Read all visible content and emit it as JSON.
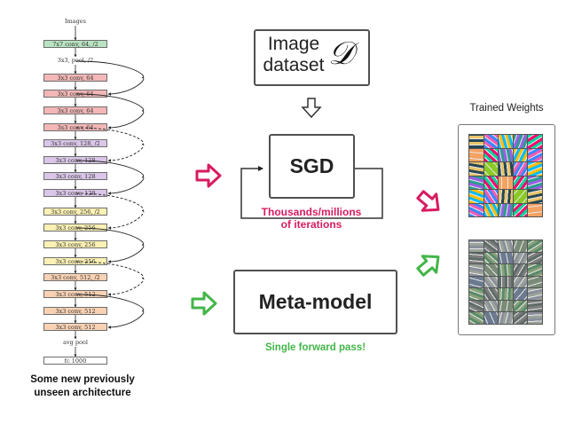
{
  "architecture": {
    "layers": [
      {
        "label": "Images",
        "style": "plain"
      },
      {
        "label": "7x7 conv, 64, /2",
        "style": "green"
      },
      {
        "label": "3x3, pool, /2",
        "style": "plain"
      },
      {
        "label": "3x3 conv, 64",
        "style": "red"
      },
      {
        "label": "3x3 conv, 64",
        "style": "red"
      },
      {
        "label": "3x3 conv, 64",
        "style": "red"
      },
      {
        "label": "3x3 conv, 64",
        "style": "red"
      },
      {
        "label": "3x3 conv, 128, /2",
        "style": "purple"
      },
      {
        "label": "3x3 conv, 128",
        "style": "purple"
      },
      {
        "label": "3x3 conv, 128",
        "style": "purple"
      },
      {
        "label": "3x3 conv, 128",
        "style": "purple"
      },
      {
        "label": "3x3 conv, 256, /2",
        "style": "yellow"
      },
      {
        "label": "3x3 conv, 256",
        "style": "yellow"
      },
      {
        "label": "3x3 conv, 256",
        "style": "yellow"
      },
      {
        "label": "3x3 conv, 256",
        "style": "yellow"
      },
      {
        "label": "3x3 conv, 512, /2",
        "style": "orange"
      },
      {
        "label": "3x3 conv, 512",
        "style": "orange"
      },
      {
        "label": "3x3 conv, 512",
        "style": "orange"
      },
      {
        "label": "3x3 conv, 512",
        "style": "orange"
      },
      {
        "label": "avg pool",
        "style": "plain"
      },
      {
        "label": "fc 1000",
        "style": "white"
      }
    ],
    "caption_line1": "Some new previously",
    "caption_line2": "unseen architecture"
  },
  "dataset_box": {
    "text_line1": "Image",
    "text_line2": "dataset",
    "symbol": "𝒟"
  },
  "sgd_box": {
    "label": "SGD",
    "loop_line1": "Thousands/millions",
    "loop_line2": "of iterations"
  },
  "meta_box": {
    "label": "Meta-model",
    "note": "Single forward pass!"
  },
  "weights_panel": {
    "title": "Trained Weights"
  },
  "colors": {
    "sgd_arrow": "#d81b60",
    "meta_arrow": "#43b649",
    "green": "#b9e4c1",
    "red": "#f3b7b7",
    "purple": "#dac6e8",
    "yellow": "#fbf1b4",
    "orange": "#f9d2b4",
    "white": "#ffffff"
  }
}
